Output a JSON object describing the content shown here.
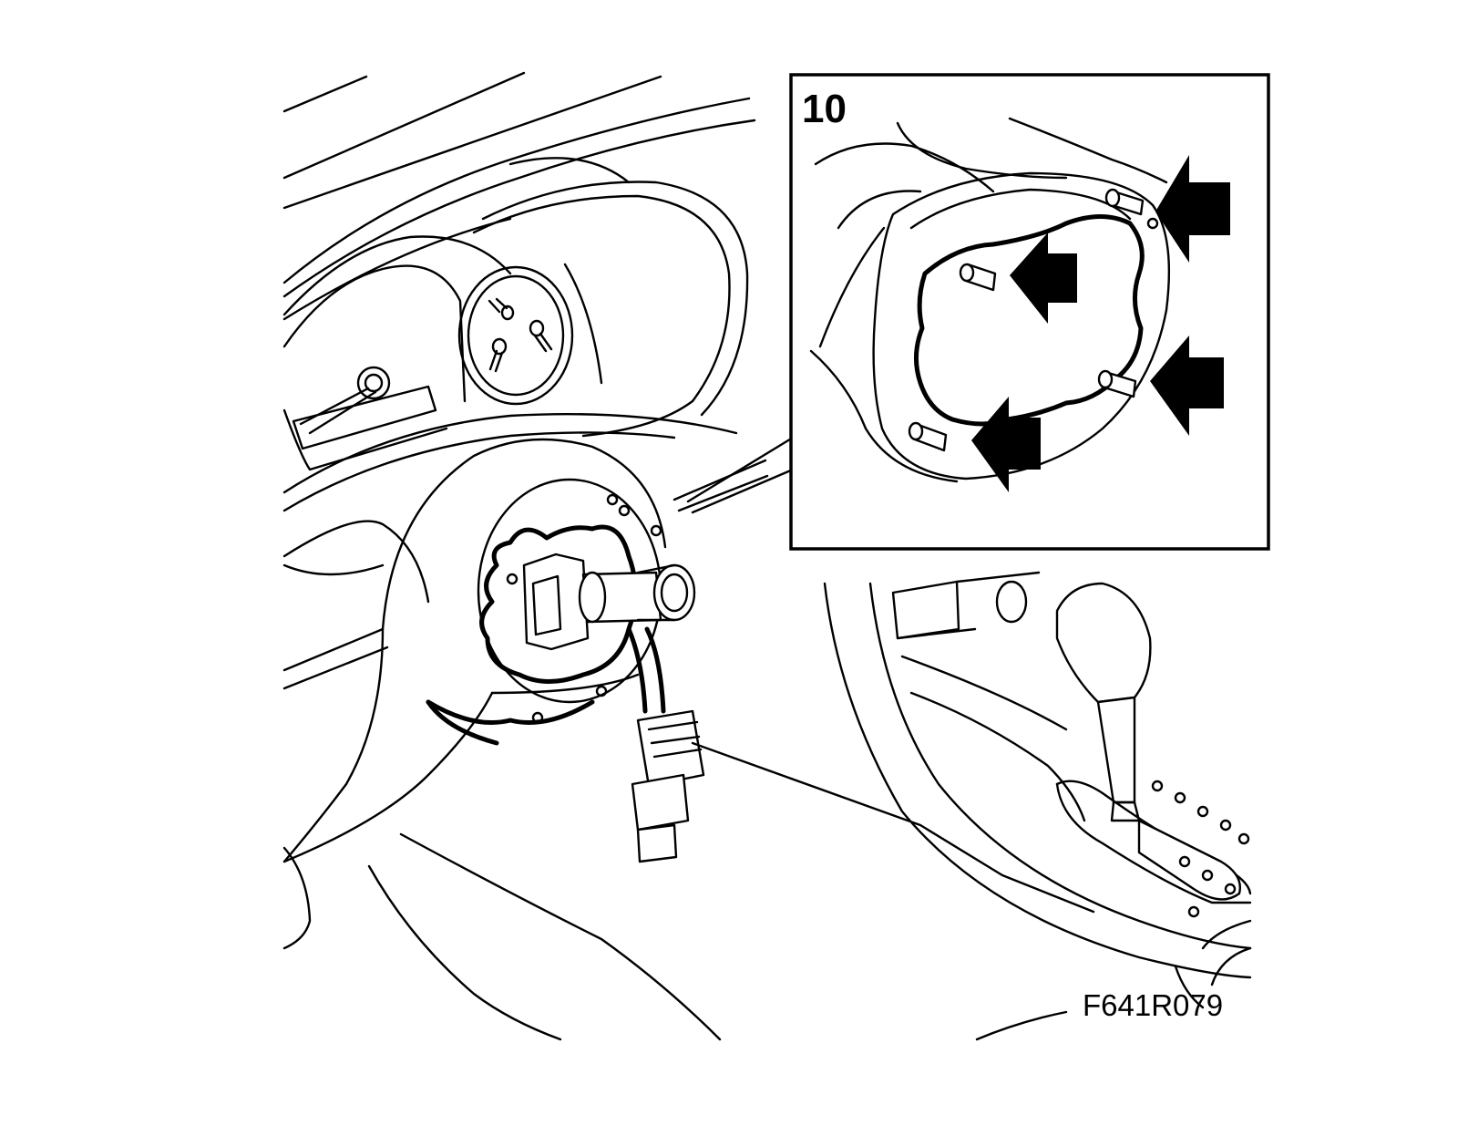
{
  "figure": {
    "detail_label": "10",
    "figure_code": "F641R079",
    "line_color": "#000000",
    "background_color": "#ffffff"
  },
  "parts": {
    "instrument_panel": "dashboard-with-gauges",
    "steering_column": "steering-shaft-with-hub",
    "wiring_connector": "cable-connector",
    "gear_selector": "automatic-gear-lever"
  },
  "detail_view": {
    "subject": "steering-column-cover-pins",
    "arrow_count": 4,
    "pin_count": 4
  }
}
